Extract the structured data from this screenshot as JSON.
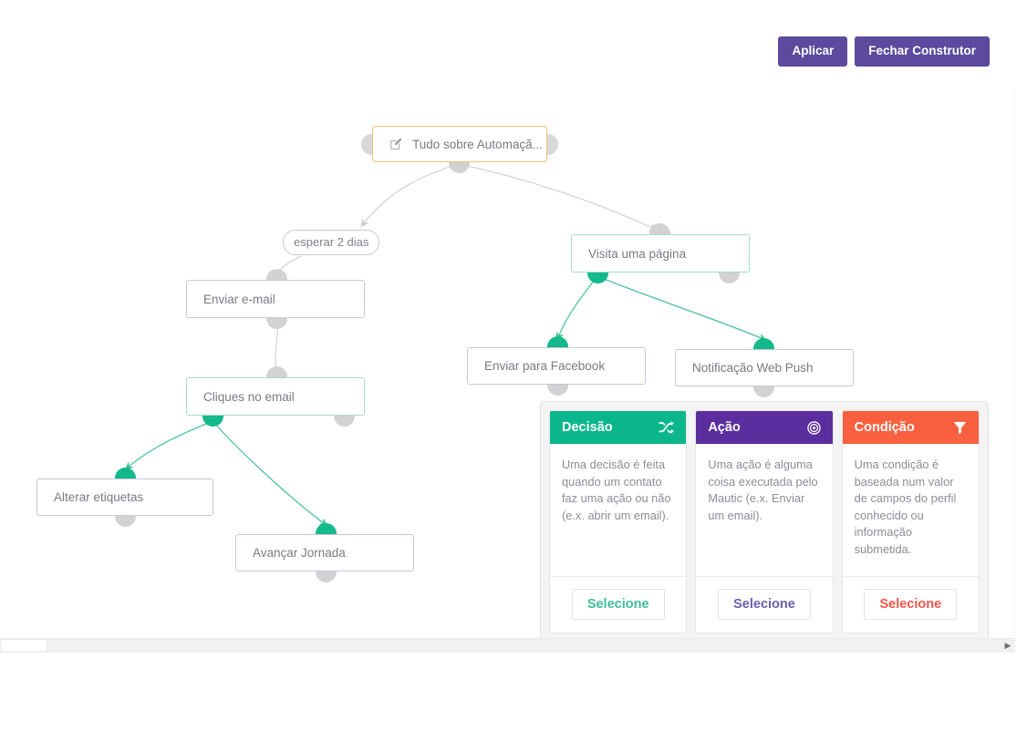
{
  "toolbar": {
    "apply_label": "Aplicar",
    "close_label": "Fechar Construtor"
  },
  "colors": {
    "purple": "#5b4a9e",
    "green": "#13b98a",
    "orange": "#f9603f",
    "node_border_purple": "#c9c5e4",
    "node_border_green": "#a5ddcd",
    "node_border_orange": "#f0c27a",
    "handle_gray": "#d2d2d2",
    "edge_gray": "#d6d6d6",
    "edge_green": "#4fc3a1"
  },
  "flow": {
    "nodes": [
      {
        "id": "source",
        "label": "Tudo sobre Automaçã...",
        "icon": "pencil-square-icon",
        "style": "orange"
      },
      {
        "id": "email",
        "label": "Enviar e-mail",
        "icon": "",
        "style": "purple"
      },
      {
        "id": "clicks",
        "label": "Cliques no email",
        "icon": "",
        "style": "green"
      },
      {
        "id": "tags",
        "label": "Alterar etiquetas",
        "icon": "",
        "style": "purple"
      },
      {
        "id": "journey",
        "label": "Avançar Jornada",
        "icon": "",
        "style": "purple"
      },
      {
        "id": "pagevisit",
        "label": "Visita uma página",
        "icon": "",
        "style": "green"
      },
      {
        "id": "facebook",
        "label": "Enviar para Facebook",
        "icon": "",
        "style": "purple"
      },
      {
        "id": "webpush",
        "label": "Notificação Web Push",
        "icon": "",
        "style": "purple"
      }
    ],
    "edge_labels": [
      {
        "id": "wait",
        "label": "esperar 2 dias"
      }
    ]
  },
  "panel": {
    "cards": [
      {
        "title": "Decisão",
        "icon": "shuffle-icon",
        "color": "#0cb68c",
        "description": "Uma decisão é feita quando um contato faz uma ação ou não (e.x. abrir um email).",
        "select_label": "Selecione",
        "select_color": "#3fbf96"
      },
      {
        "title": "Ação",
        "icon": "bullseye-icon",
        "color": "#5b2d9e",
        "description": "Uma ação é alguma coisa executada pelo Mautic (e.x. Enviar um email).",
        "select_label": "Selecione",
        "select_color": "#6b5fae"
      },
      {
        "title": "Condição",
        "icon": "filter-icon",
        "color": "#f9603f",
        "description": "Uma condição é baseada num valor de campos do perfil conhecido ou informação submetida.",
        "select_label": "Selecione",
        "select_color": "#f3544a"
      }
    ]
  },
  "scroll": {
    "right_arrow": "▶"
  }
}
